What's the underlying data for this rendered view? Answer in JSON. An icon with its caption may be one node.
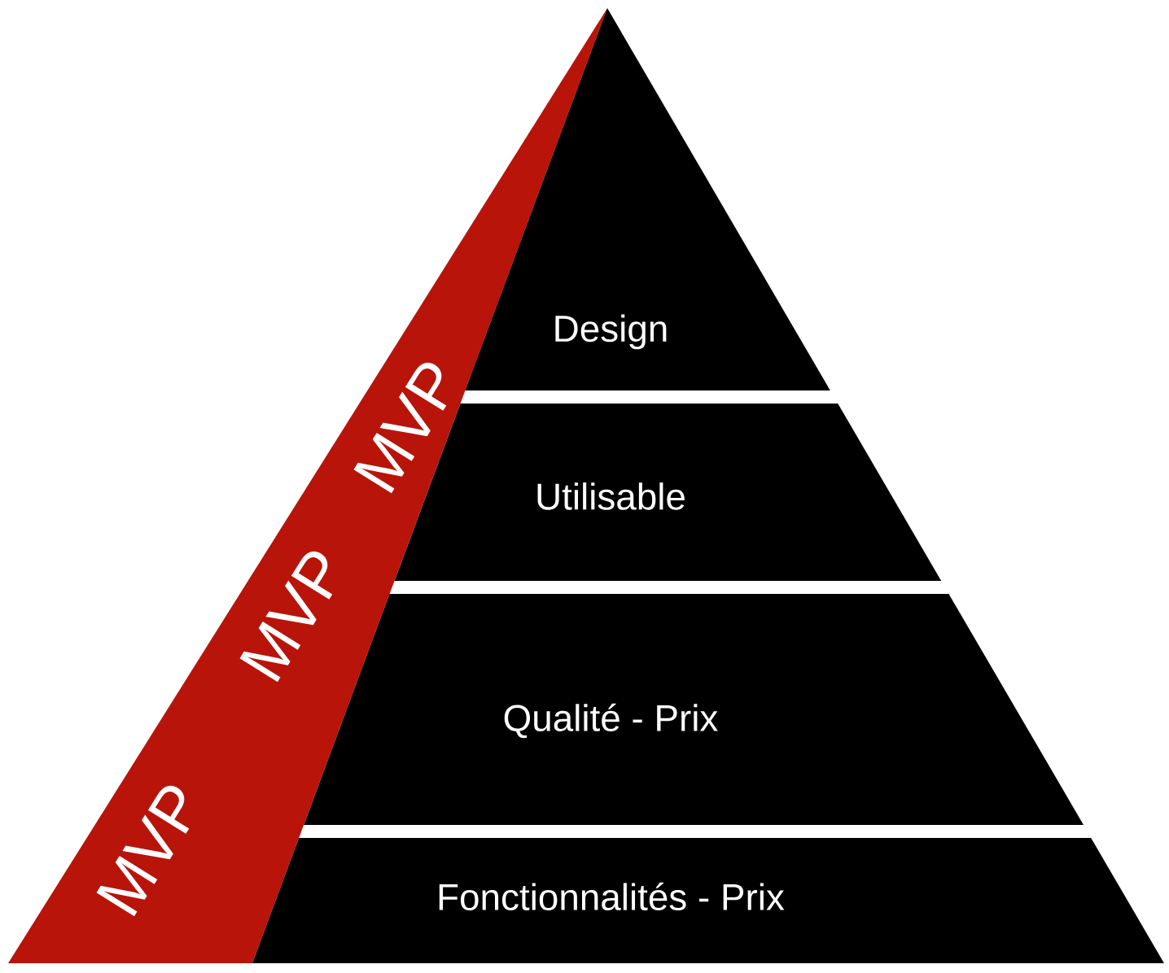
{
  "diagram": {
    "nodes": [
      {
        "text": [
          "MVP",
          "MVP",
          "MVP"
        ]
      },
      {
        "text": [
          "Design"
        ]
      },
      {
        "text": [
          "Utilisable"
        ]
      },
      {
        "text": [
          "Qualité - Prix"
        ]
      },
      {
        "text": [
          "Fonctionnalités - Prix"
        ]
      }
    ]
  }
}
